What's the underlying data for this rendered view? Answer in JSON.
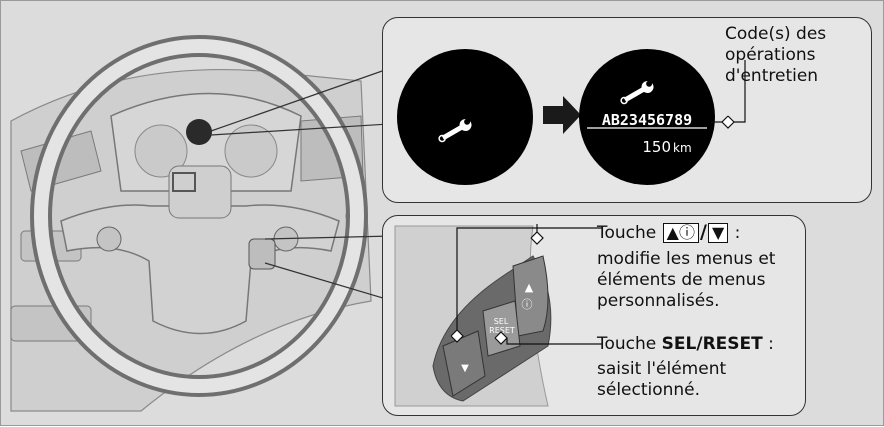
{
  "callouts": {
    "maintenance_code": {
      "line1": "Code(s) des",
      "line2": "opérations",
      "line3": "d'entretien"
    },
    "arrow_key": {
      "prefix": "Touche",
      "key_up": "▲ⓘ",
      "separator": "/",
      "key_down": "▼",
      "suffix": ":",
      "line2": "modifie les menus et",
      "line3": "éléments de menus",
      "line4": "personnalisés."
    },
    "sel_reset": {
      "prefix": "Touche",
      "key_name": "SEL/RESET",
      "suffix": ":",
      "line2": "saisit l'élément",
      "line3": "sélectionné."
    }
  },
  "display": {
    "code": "AB23456789",
    "distance": "150",
    "unit": "km"
  },
  "switch_labels": {
    "sel": "SEL",
    "reset": "RESET"
  },
  "icons": {
    "wrench_icon": "wrench-icon",
    "arrow": "right-arrow-icon"
  },
  "colors": {
    "panel_bg": "#e6e6e6",
    "display_bg": "#000000",
    "display_text": "#ffffff"
  }
}
